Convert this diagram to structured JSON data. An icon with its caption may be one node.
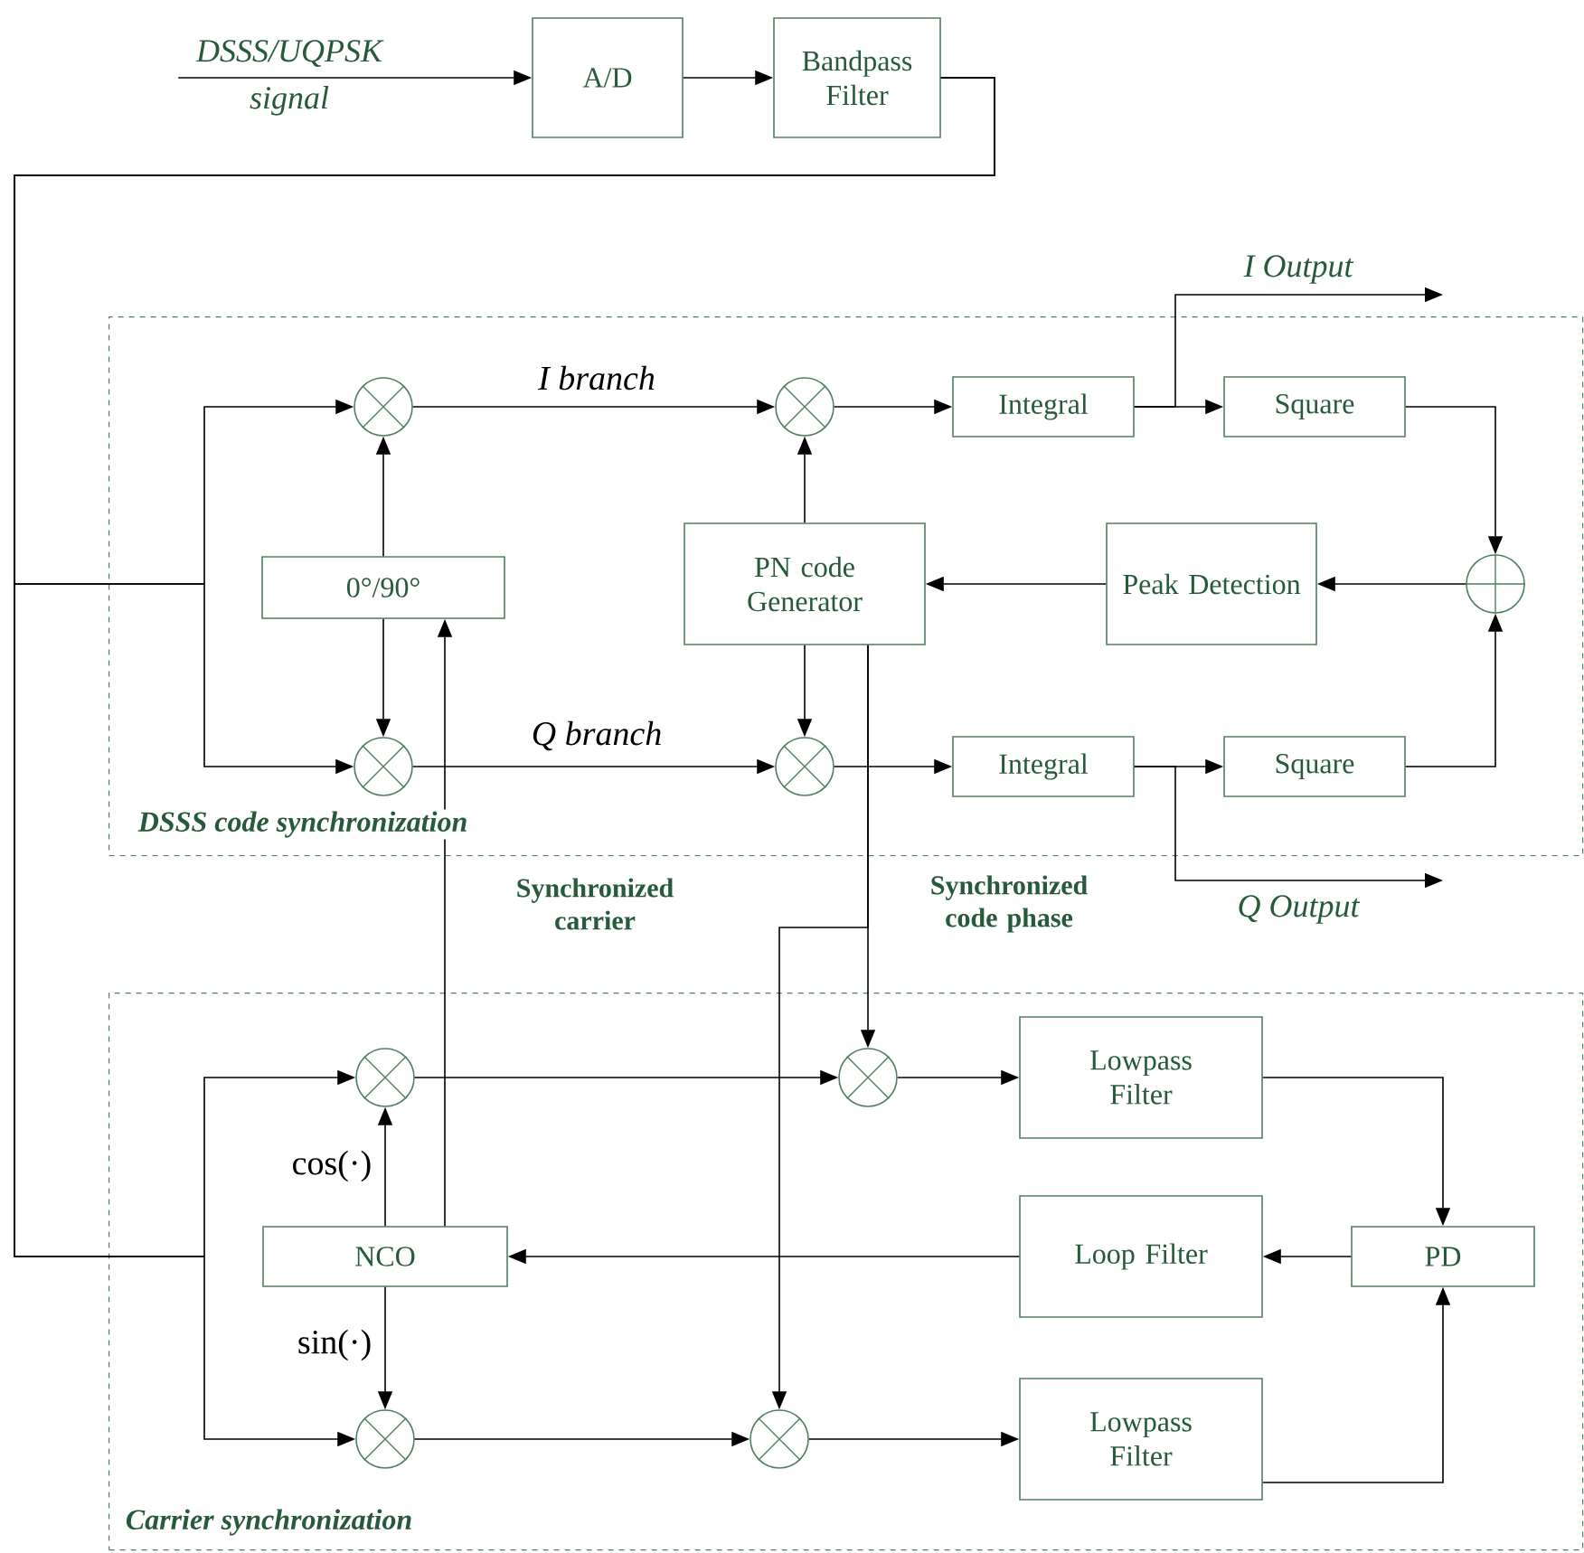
{
  "diagram": {
    "nodes": [
      {
        "text": [
          "DSSS/UQPSK signal"
        ]
      },
      {
        "text": [
          "A/D"
        ]
      },
      {
        "text": [
          "Bandpass Filter"
        ]
      },
      {
        "text": [
          "DSSS code synchronization"
        ]
      },
      {
        "text": [],
        "shape": "circle",
        "in": 3
      },
      {
        "text": [],
        "shape": "circle",
        "in": 3
      },
      {
        "text": [
          "Integral"
        ],
        "in": 3
      },
      {
        "text": [
          "Square"
        ],
        "in": 3
      },
      {
        "text": [
          "0°/90°"
        ],
        "in": 3
      },
      {
        "text": [
          "PN code Generator"
        ],
        "in": 3
      },
      {
        "text": [
          "Peak Detection"
        ],
        "in": 3
      },
      {
        "text": [],
        "shape": "circle",
        "in": 3
      },
      {
        "text": [],
        "shape": "circle",
        "in": 3
      },
      {
        "text": [],
        "shape": "circle",
        "in": 3
      },
      {
        "text": [
          "Integral"
        ],
        "in": 3
      },
      {
        "text": [
          "Square"
        ],
        "in": 3
      },
      {
        "text": [
          "Carrier synchronization"
        ]
      },
      {
        "text": [],
        "shape": "circle",
        "in": 16
      },
      {
        "text": [],
        "shape": "circle",
        "in": 16
      },
      {
        "text": [
          "Lowpass Filter"
        ],
        "in": 16
      },
      {
        "text": [
          "NCO"
        ],
        "in": 16
      },
      {
        "text": [
          "Loop Filter"
        ],
        "in": 16
      },
      {
        "text": [
          "PD"
        ],
        "in": 16
      },
      {
        "text": [],
        "shape": "circle",
        "in": 16
      },
      {
        "text": [],
        "shape": "circle",
        "in": 16
      },
      {
        "text": [
          "Lowpass Filter"
        ],
        "in": 16
      }
    ],
    "edges": [
      {
        "from": 0,
        "to": 1,
        "arrow": "to"
      },
      {
        "from": 1,
        "to": 2,
        "arrow": "to"
      },
      {
        "from": 2,
        "to": 4,
        "arrow": "to"
      },
      {
        "from": 2,
        "to": 12,
        "arrow": "to"
      },
      {
        "from": 2,
        "to": 17,
        "arrow": "to"
      },
      {
        "from": 2,
        "to": 23,
        "arrow": "to"
      },
      {
        "from": 4,
        "to": 5,
        "arrow": "to",
        "label": "I branch"
      },
      {
        "from": 5,
        "to": 6,
        "arrow": "to"
      },
      {
        "from": 6,
        "to": 7,
        "arrow": "to"
      },
      {
        "from": 6,
        "to": null,
        "arrow": "to",
        "label": "I Output"
      },
      {
        "from": 7,
        "to": 11,
        "arrow": "to"
      },
      {
        "from": 15,
        "to": 11,
        "arrow": "to"
      },
      {
        "from": 11,
        "to": 10,
        "arrow": "to"
      },
      {
        "from": 10,
        "to": 9,
        "arrow": "to"
      },
      {
        "from": 9,
        "to": 5,
        "arrow": "to"
      },
      {
        "from": 9,
        "to": 13,
        "arrow": "to"
      },
      {
        "from": 8,
        "to": 4,
        "arrow": "to"
      },
      {
        "from": 8,
        "to": 12,
        "arrow": "to"
      },
      {
        "from": 12,
        "to": 13,
        "arrow": "to",
        "label": "Q branch"
      },
      {
        "from": 13,
        "to": 14,
        "arrow": "to"
      },
      {
        "from": 14,
        "to": 15,
        "arrow": "to"
      },
      {
        "from": 14,
        "to": null,
        "arrow": "to",
        "label": "Q Output"
      },
      {
        "from": 20,
        "to": 8,
        "arrow": "to",
        "label": "Synchronized carrier"
      },
      {
        "from": 9,
        "to": 18,
        "arrow": "to",
        "label": "Synchronized code phase"
      },
      {
        "from": 9,
        "to": 24,
        "arrow": "to"
      },
      {
        "from": 17,
        "to": 18,
        "arrow": "to"
      },
      {
        "from": 18,
        "to": 19,
        "arrow": "to"
      },
      {
        "from": 19,
        "to": 22,
        "arrow": "to"
      },
      {
        "from": 25,
        "to": 22,
        "arrow": "to"
      },
      {
        "from": 22,
        "to": 21,
        "arrow": "to"
      },
      {
        "from": 21,
        "to": 20,
        "arrow": "to"
      },
      {
        "from": 20,
        "to": 17,
        "arrow": "to",
        "label": "cos(·)"
      },
      {
        "from": 20,
        "to": 23,
        "arrow": "to",
        "label": "sin(·)"
      },
      {
        "from": 23,
        "to": 24,
        "arrow": "to"
      },
      {
        "from": 24,
        "to": 25,
        "arrow": "to"
      }
    ]
  }
}
